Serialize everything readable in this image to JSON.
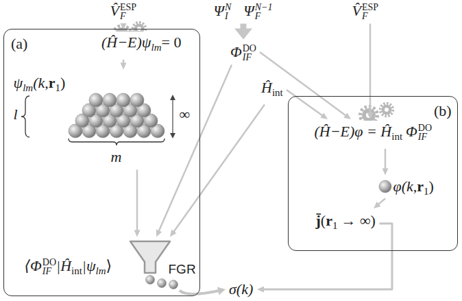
{
  "diagram": {
    "nodes": [
      {
        "text": [
          "V̂",
          "F",
          "ESP"
        ]
      },
      {
        "text": [
          "Ψ",
          "I",
          "N",
          "Ψ",
          "F",
          "N−1"
        ]
      },
      {
        "text": [
          "V̂",
          "F",
          "ESP"
        ]
      },
      {
        "text": [
          "Φ",
          "IF",
          "DO"
        ]
      },
      {
        "text": [
          "Ĥ",
          "int"
        ]
      },
      {
        "text": [
          "(a)"
        ]
      },
      {
        "text": [
          "(Ĥ−E)ψ",
          "lm",
          "= 0"
        ],
        "in": 5
      },
      {
        "text": [
          "ψ",
          "lm",
          "(k,",
          "r",
          "1",
          ")",
          "l",
          "∞",
          "m"
        ],
        "in": 5
      },
      {
        "text": [
          "⟨Φ",
          "IF",
          "DO",
          "|Ĥ",
          "int",
          "|ψ",
          "lm",
          "⟩"
        ],
        "in": 5
      },
      {
        "text": [
          "FGR"
        ],
        "in": 5
      },
      {
        "text": [
          "(b)"
        ]
      },
      {
        "text": [
          "(Ĥ−E)φ = Ĥ",
          "int",
          "Φ",
          "IF",
          "DO"
        ],
        "in": 10
      },
      {
        "text": [
          "φ(k,",
          "r",
          "1",
          ")"
        ],
        "in": 10
      },
      {
        "text": [
          "j̄",
          "(",
          "r",
          "1",
          "→ ∞)"
        ],
        "in": 10
      },
      {
        "text": [
          "σ(k)"
        ]
      }
    ],
    "edges": [
      {
        "from": 0,
        "to": 6,
        "arrow": "to"
      },
      {
        "from": 1,
        "to": 3,
        "arrow": "to"
      },
      {
        "from": 3,
        "to": 9,
        "arrow": "to"
      },
      {
        "from": 3,
        "to": 11,
        "arrow": "to"
      },
      {
        "from": 4,
        "to": 9,
        "arrow": "to"
      },
      {
        "from": 4,
        "to": 11,
        "arrow": "to"
      },
      {
        "from": 2,
        "to": 11,
        "arrow": "to"
      },
      {
        "from": 6,
        "to": 7,
        "arrow": "to"
      },
      {
        "from": 7,
        "to": 9,
        "arrow": "to"
      },
      {
        "from": 9,
        "to": 14,
        "arrow": "to"
      },
      {
        "from": 11,
        "to": 12,
        "arrow": "to"
      },
      {
        "from": 12,
        "to": 13,
        "arrow": "to"
      },
      {
        "from": 13,
        "to": 14,
        "arrow": "to"
      }
    ]
  }
}
